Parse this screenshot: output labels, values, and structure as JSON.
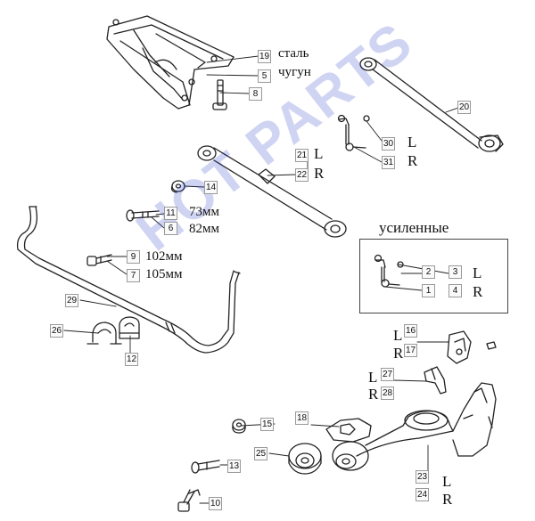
{
  "callouts": {
    "c1": "1",
    "c2": "2",
    "c3": "3",
    "c4": "4",
    "c5": "5",
    "c6": "6",
    "c7": "7",
    "c8": "8",
    "c9": "9",
    "c10": "10",
    "c11": "11",
    "c12": "12",
    "c13": "13",
    "c14": "14",
    "c15": "15",
    "c16": "16",
    "c17": "17",
    "c18": "18",
    "c19": "19",
    "c20": "20",
    "c21": "21",
    "c22": "22",
    "c23": "23",
    "c24": "24",
    "c25": "25",
    "c26": "26",
    "c27": "27",
    "c28": "28",
    "c29": "29",
    "c30": "30",
    "c31": "31"
  },
  "notes": {
    "steel": "сталь",
    "cast_iron": "чугун",
    "len_73": "73мм",
    "len_82": "82мм",
    "len_102": "102мм",
    "len_105": "105мм",
    "reinforced": "усиленные",
    "L": "L",
    "R": "R"
  },
  "watermark": "HOT PARTS",
  "colors": {
    "line": "#222222",
    "callout_border": "#9a9a9a",
    "watermark": "#2a3cc8"
  }
}
